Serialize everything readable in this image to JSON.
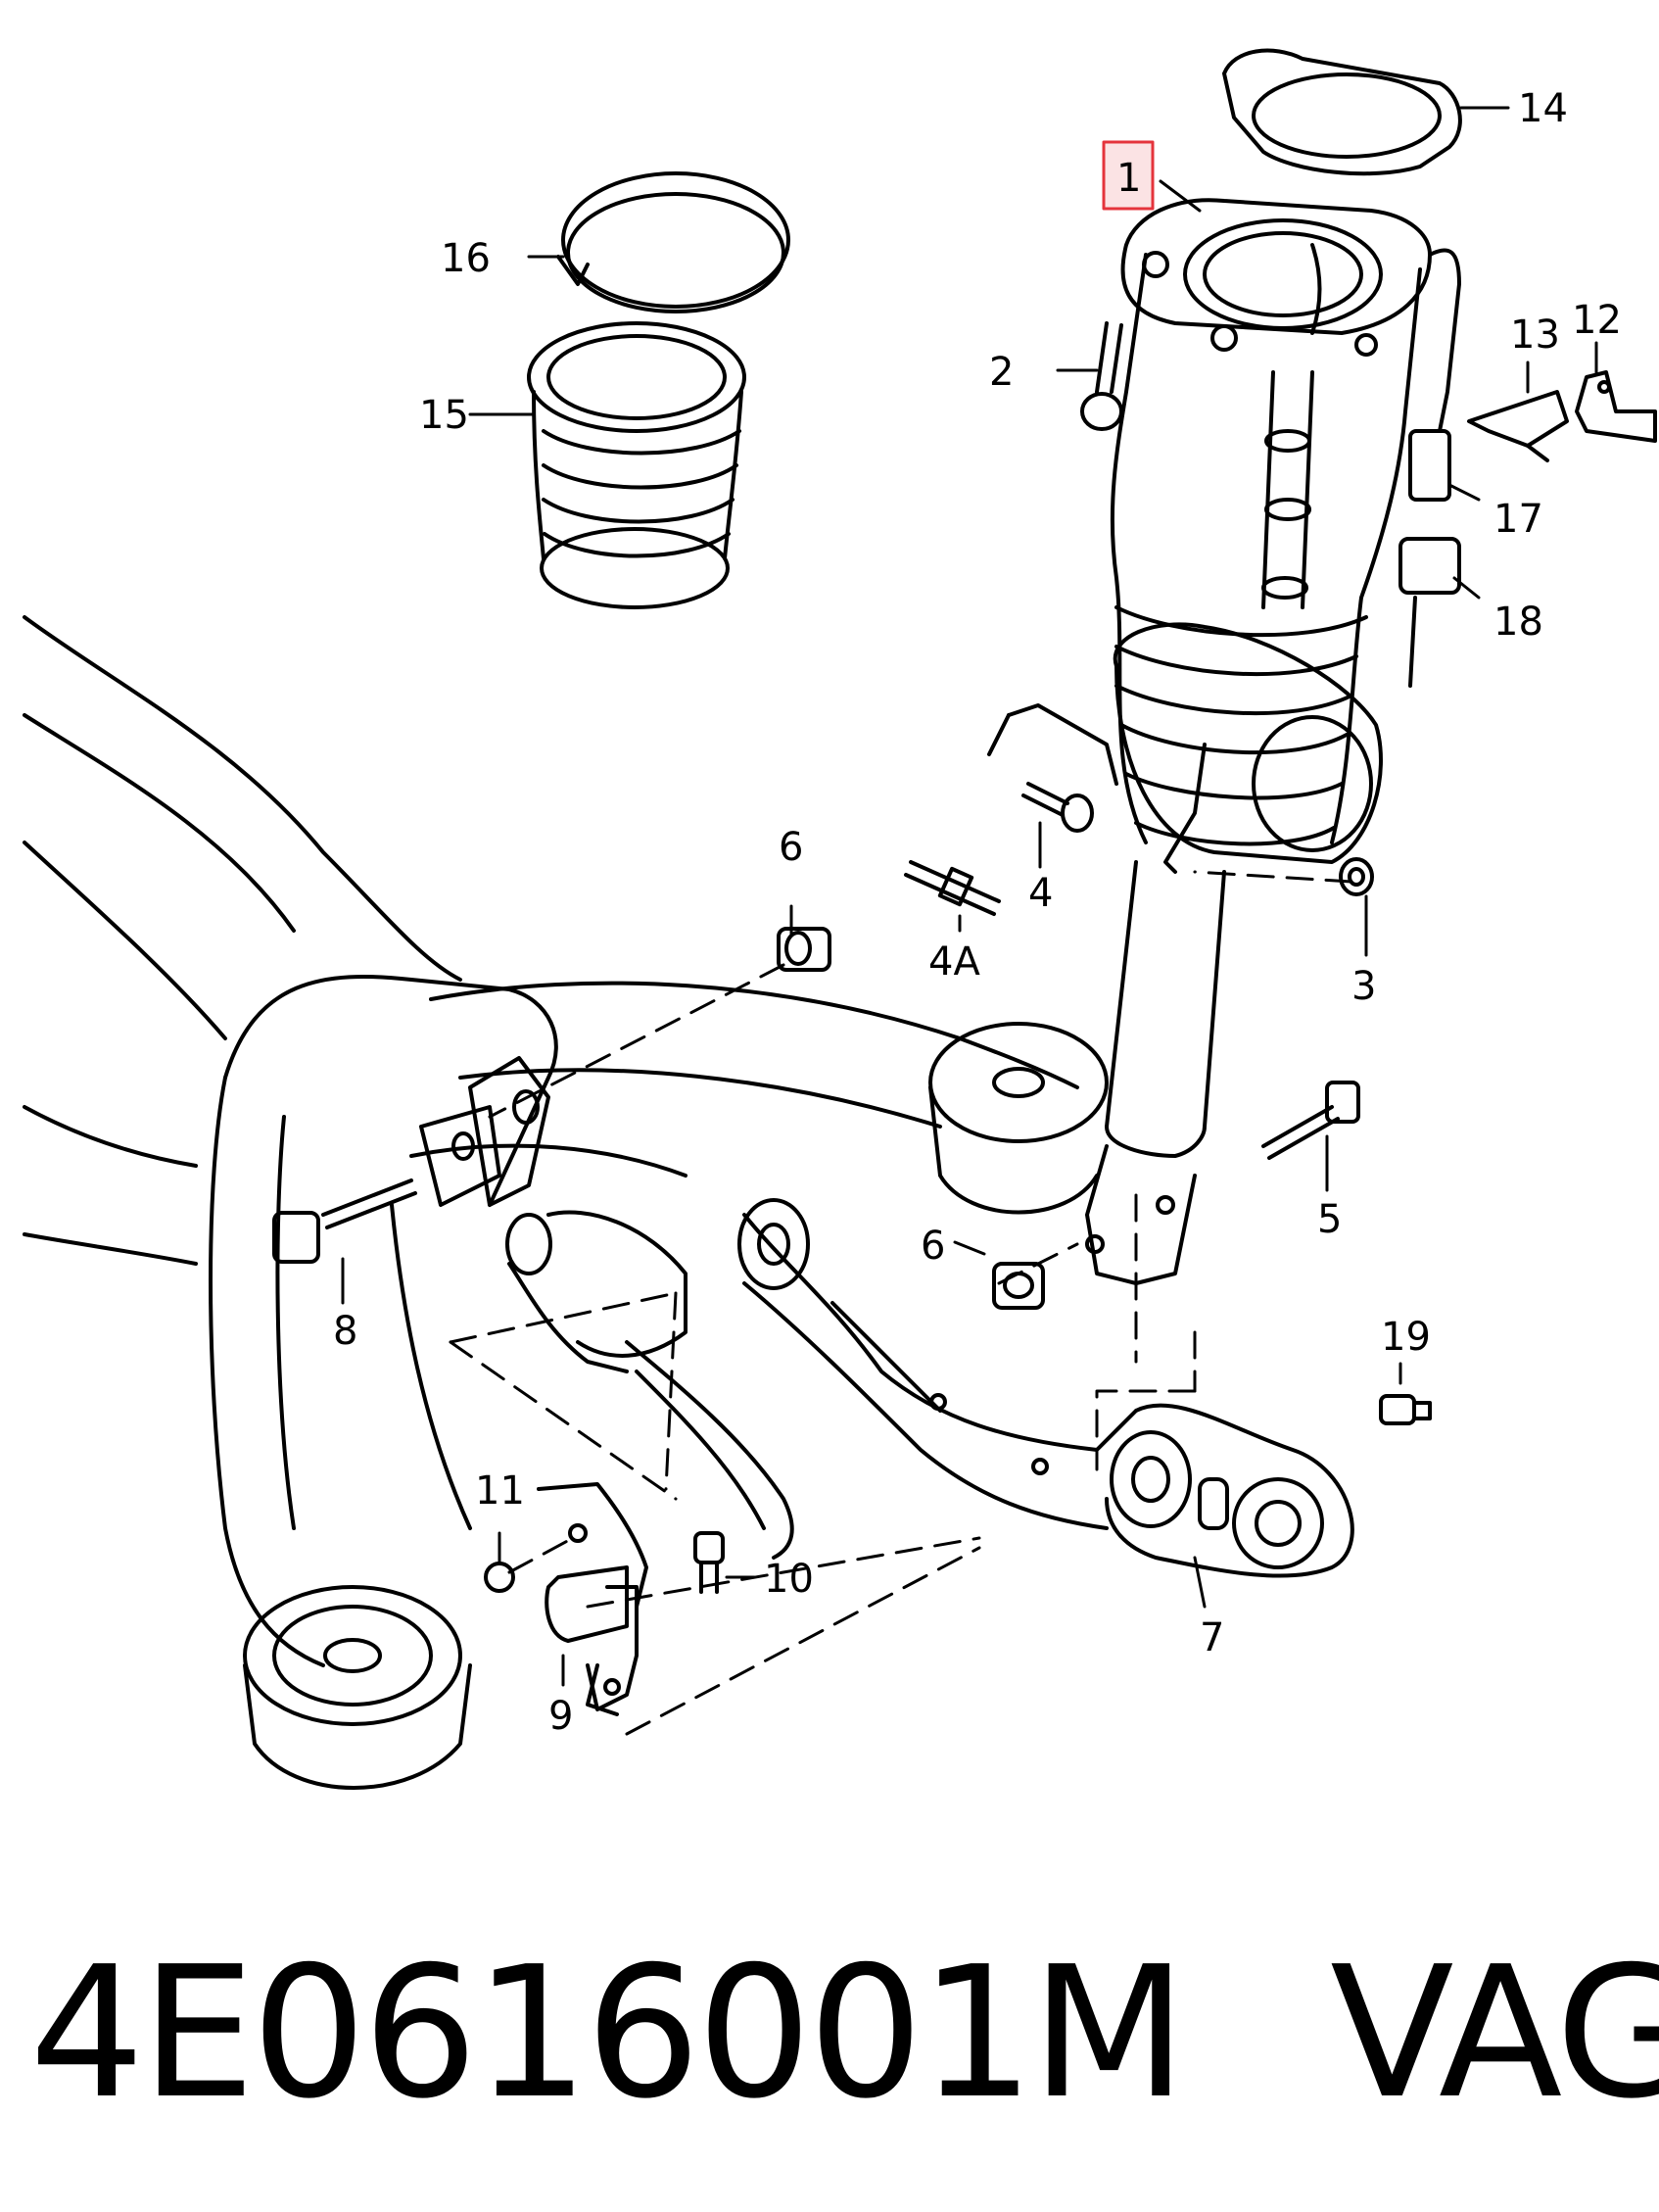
{
  "callouts": {
    "c1": "1",
    "c2": "2",
    "c3": "3",
    "c4": "4",
    "c4a": "4A",
    "c5": "5",
    "c6a": "6",
    "c6b": "6",
    "c7": "7",
    "c8": "8",
    "c9": "9",
    "c10": "10",
    "c11": "11",
    "c12": "12",
    "c13": "13",
    "c14": "14",
    "c15": "15",
    "c16": "16",
    "c17": "17",
    "c18": "18",
    "c19": "19"
  },
  "footer": {
    "part_number": "4E0616001M",
    "brand": "VAG"
  },
  "colors": {
    "highlight": "#e4343c",
    "highlight_fill": "#fbe3e4",
    "line": "#000000"
  }
}
